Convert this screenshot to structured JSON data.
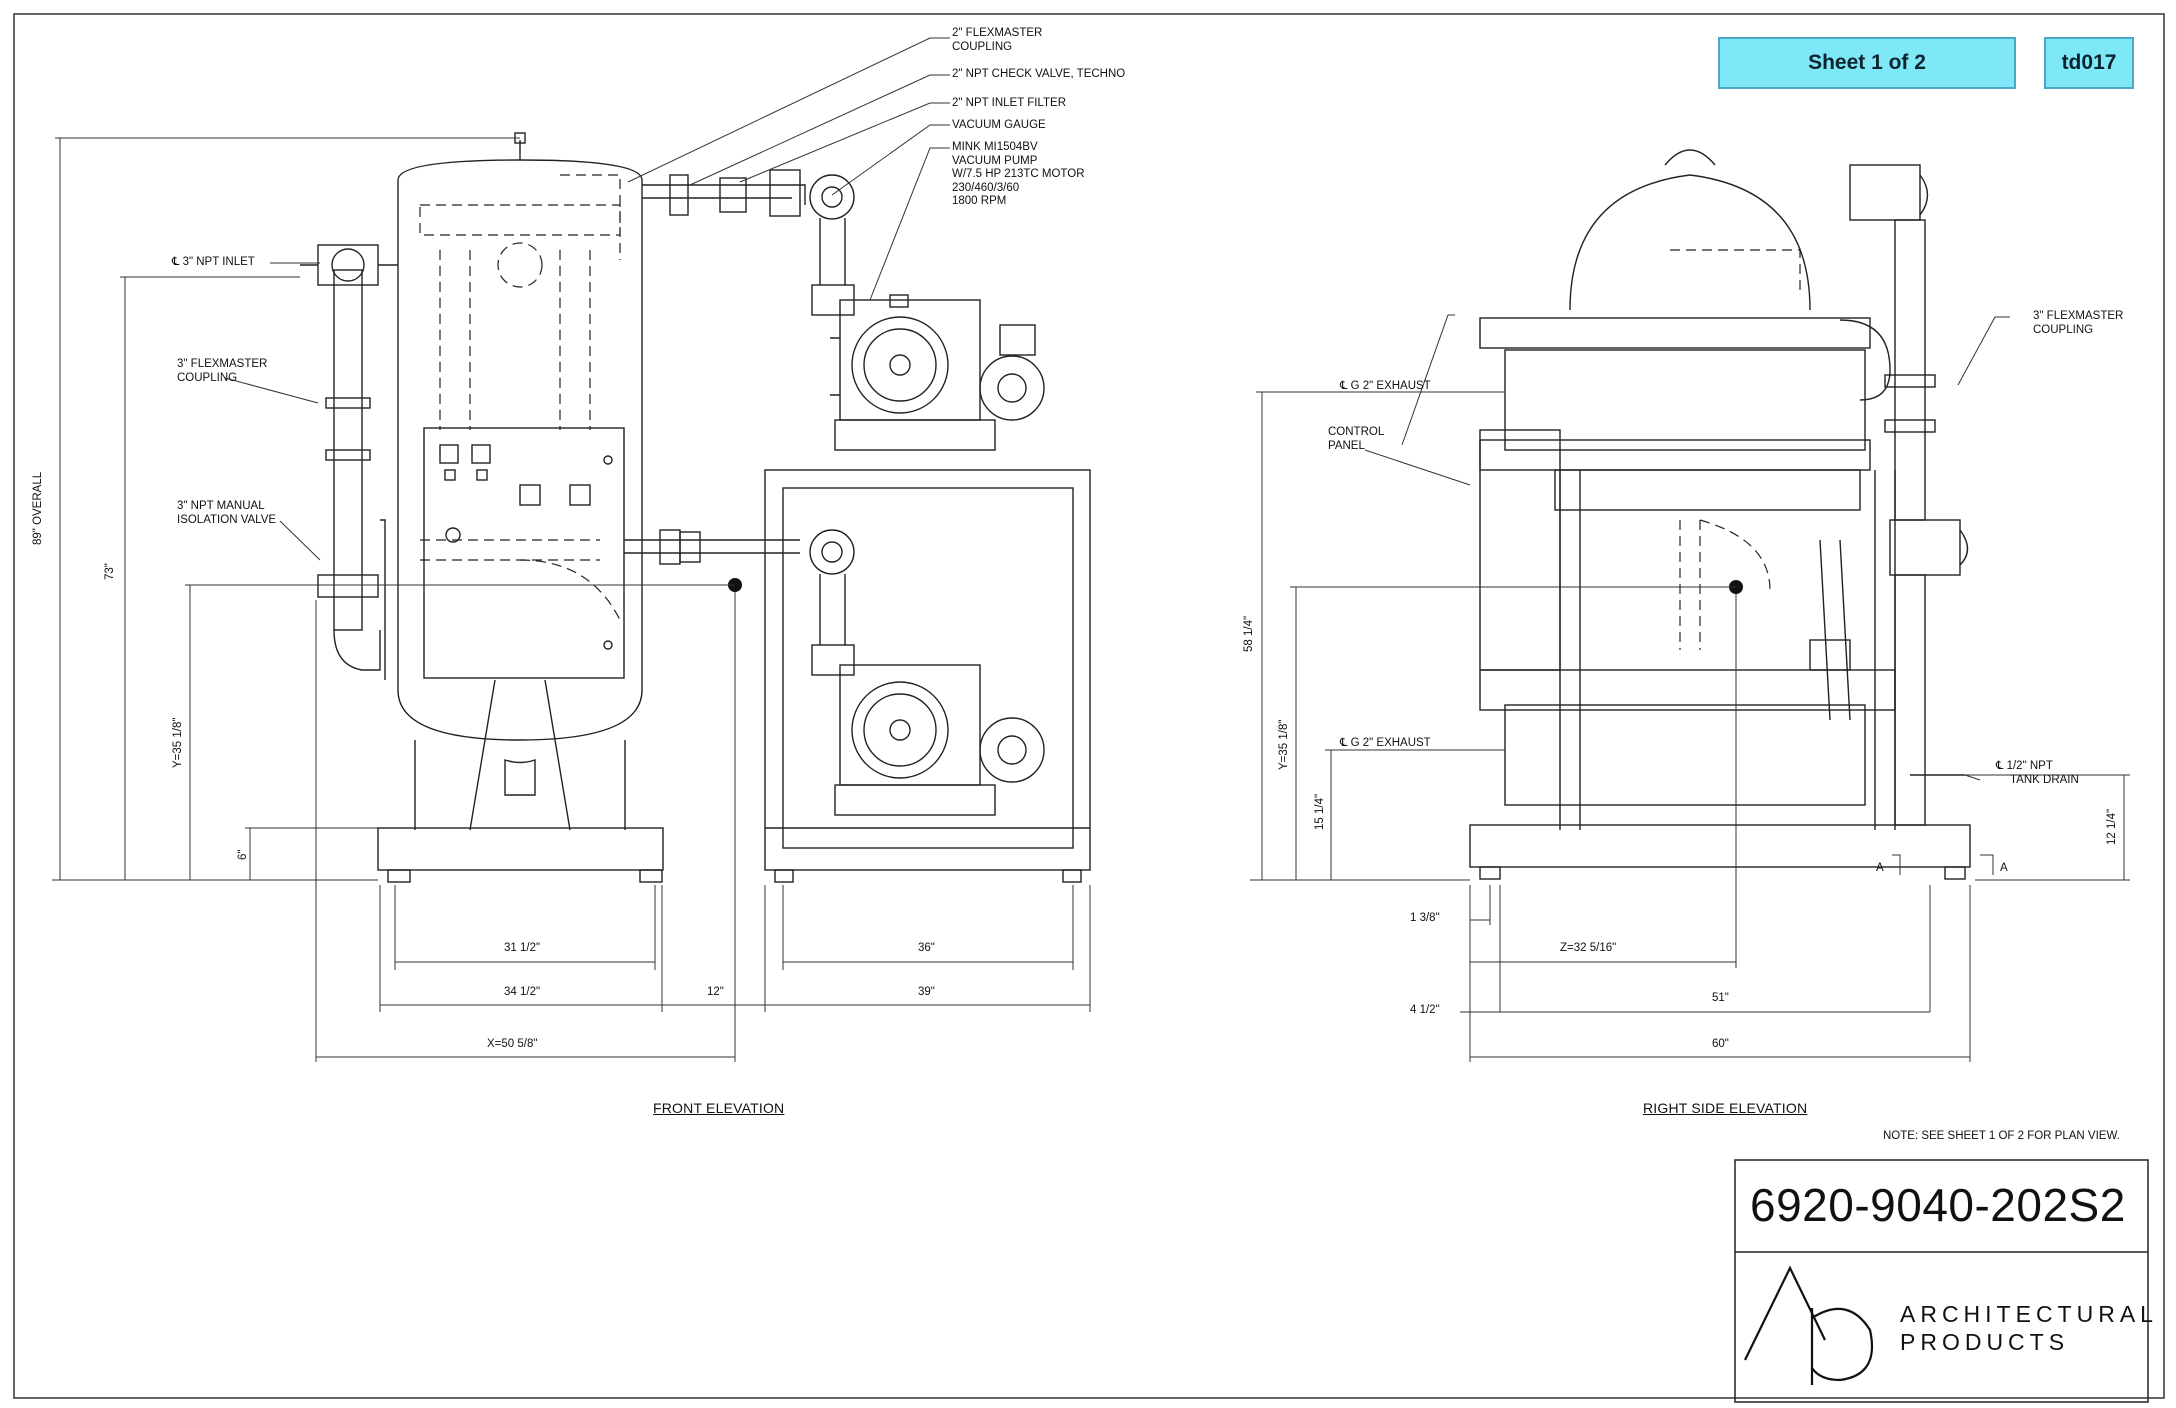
{
  "sheet": {
    "label": "Sheet 1 of 2",
    "code": "td017"
  },
  "front_elevation": {
    "title": "FRONT ELEVATION",
    "callouts": {
      "flexmaster_2": [
        "2\" FLEXMASTER",
        "COUPLING"
      ],
      "check_valve": "2\" NPT CHECK VALVE, TECHNO",
      "inlet_filter": "2\" NPT INLET FILTER",
      "vacuum_gauge": "VACUUM GAUGE",
      "vacuum_pump": [
        "MINK MI1504BV",
        "VACUUM PUMP",
        "W/7.5 HP 213TC MOTOR",
        "230/460/3/60",
        "1800 RPM"
      ],
      "inlet_3": "℄ 3\" NPT INLET",
      "flexmaster_3": [
        "3\" FLEXMASTER",
        "COUPLING"
      ],
      "isolation_valve": [
        "3\" NPT MANUAL",
        "ISOLATION VALVE"
      ]
    },
    "dimensions": {
      "overall": "89\" OVERALL",
      "inlet_height": "73\"",
      "y_height": "Y=35 1/8\"",
      "base_height": "6\"",
      "tank_width_inner": "31 1/2\"",
      "tank_width_outer": "34 1/2\"",
      "gap": "12\"",
      "x_width": "X=50 5/8\"",
      "pump_frame_inner": "36\"",
      "pump_frame_outer": "39\""
    }
  },
  "right_elevation": {
    "title": "RIGHT SIDE ELEVATION",
    "callouts": {
      "exhaust_upper": "℄ G 2\" EXHAUST",
      "exhaust_lower": "℄ G 2\" EXHAUST",
      "control_panel": [
        "CONTROL",
        "PANEL"
      ],
      "flexmaster_3": [
        "3\" FLEXMASTER",
        "COUPLING"
      ],
      "tank_drain": [
        "℄ 1/2\" NPT",
        "TANK DRAIN"
      ],
      "section_a": "A"
    },
    "dimensions": {
      "exhaust_height": "58 1/4\"",
      "y_height": "Y=35 1/8\"",
      "lower_exhaust": "15 1/4\"",
      "drain_height": "12 1/4\"",
      "offset": "1 3/8\"",
      "z_width": "Z=32 5/16\"",
      "left_offset": "4 1/2\"",
      "width_51": "51\"",
      "width_60": "60\""
    }
  },
  "note": "NOTE:  SEE SHEET 1 OF 2 FOR PLAN VIEW.",
  "title_block": {
    "drawing_number": "6920-9040-202S2",
    "logo_letters": "AP",
    "company_line1": "ARCHITECTURAL",
    "company_line2": "PRODUCTS"
  },
  "colors": {
    "badge_fill": "#7ee8f7",
    "badge_border": "#4aa7c8",
    "line": "#222222"
  }
}
